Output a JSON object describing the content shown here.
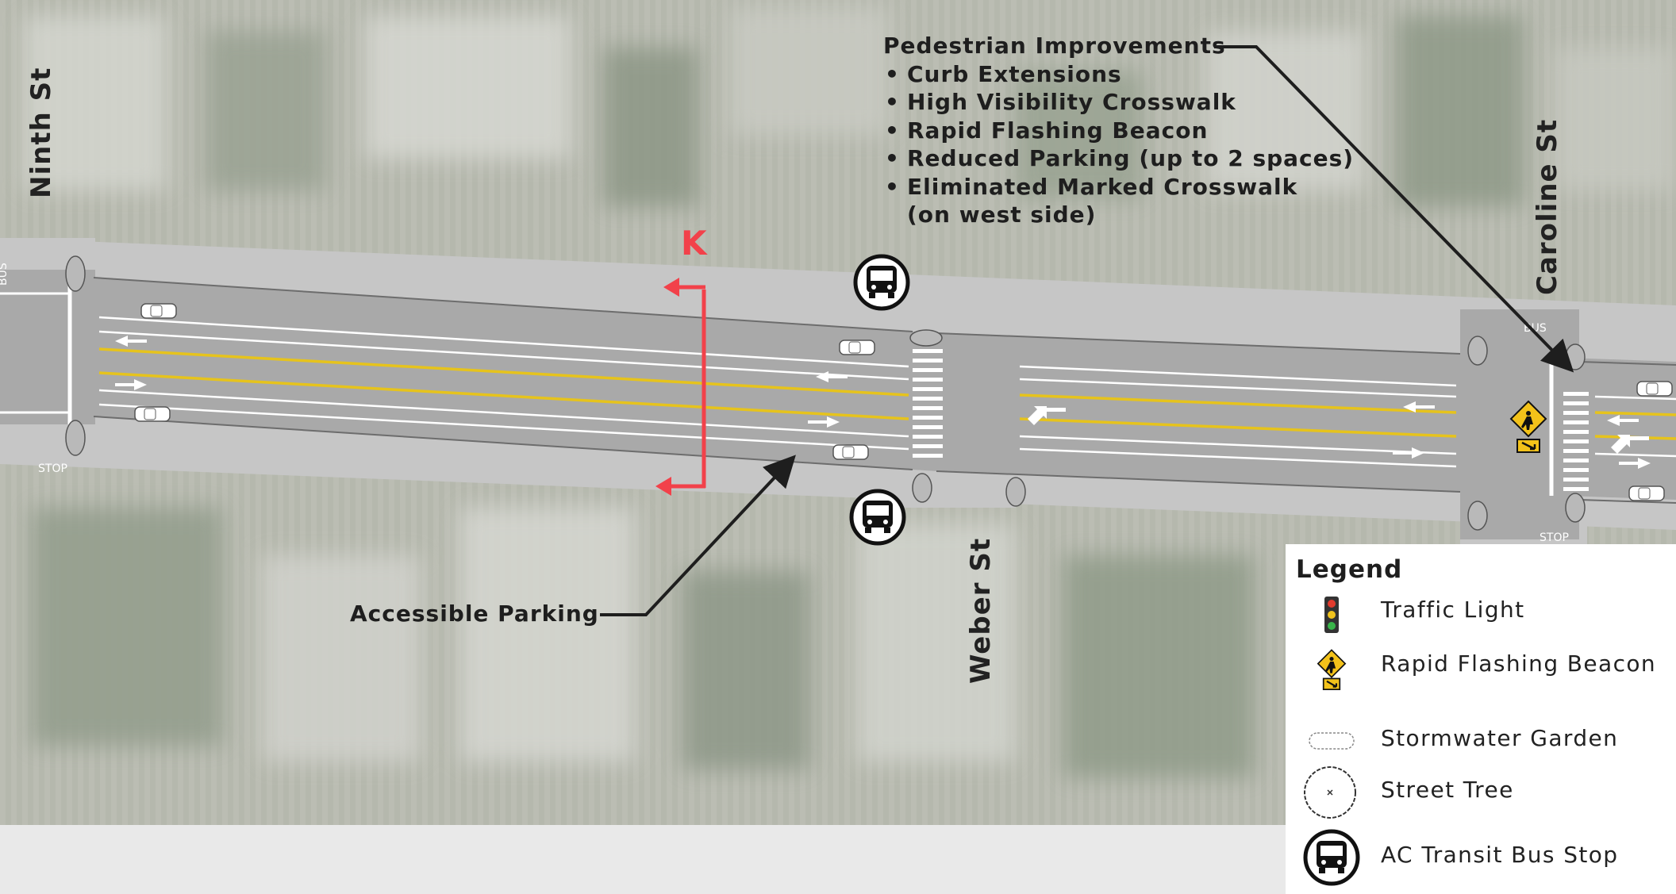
{
  "streets": {
    "ninth": "Ninth St",
    "caroline": "Caroline St",
    "weber": "Weber St"
  },
  "callouts": {
    "pedestrian": {
      "title": "Pedestrian Improvements",
      "items": [
        "Curb Extensions",
        "High Visibility Crosswalk",
        "Rapid Flashing Beacon",
        "Reduced Parking (up to 2 spaces)",
        "Eliminated Marked Crosswalk",
        "(on west side)"
      ]
    },
    "accessible_parking": "Accessible Parking"
  },
  "section_cut": {
    "label": "K"
  },
  "pavement_text": {
    "bus": "BUS",
    "stop": "STOP"
  },
  "legend": {
    "title": "Legend",
    "items": [
      {
        "label": "Traffic Light",
        "icon": "traffic-light-icon"
      },
      {
        "label": "Rapid Flashing Beacon",
        "icon": "rapid-flashing-beacon-icon"
      },
      {
        "label": "Stormwater Garden",
        "icon": "stormwater-garden-icon"
      },
      {
        "label": "Street Tree",
        "icon": "street-tree-icon"
      },
      {
        "label": "AC Transit Bus Stop",
        "icon": "bus-stop-icon"
      }
    ]
  },
  "colors": {
    "road": "#a9a9a9",
    "sidewalk": "#c6c6c6",
    "center_line": "#e6c31c",
    "lane_line": "#ffffff",
    "section_cut": "#f2414a",
    "beacon": "#f3c21a"
  }
}
